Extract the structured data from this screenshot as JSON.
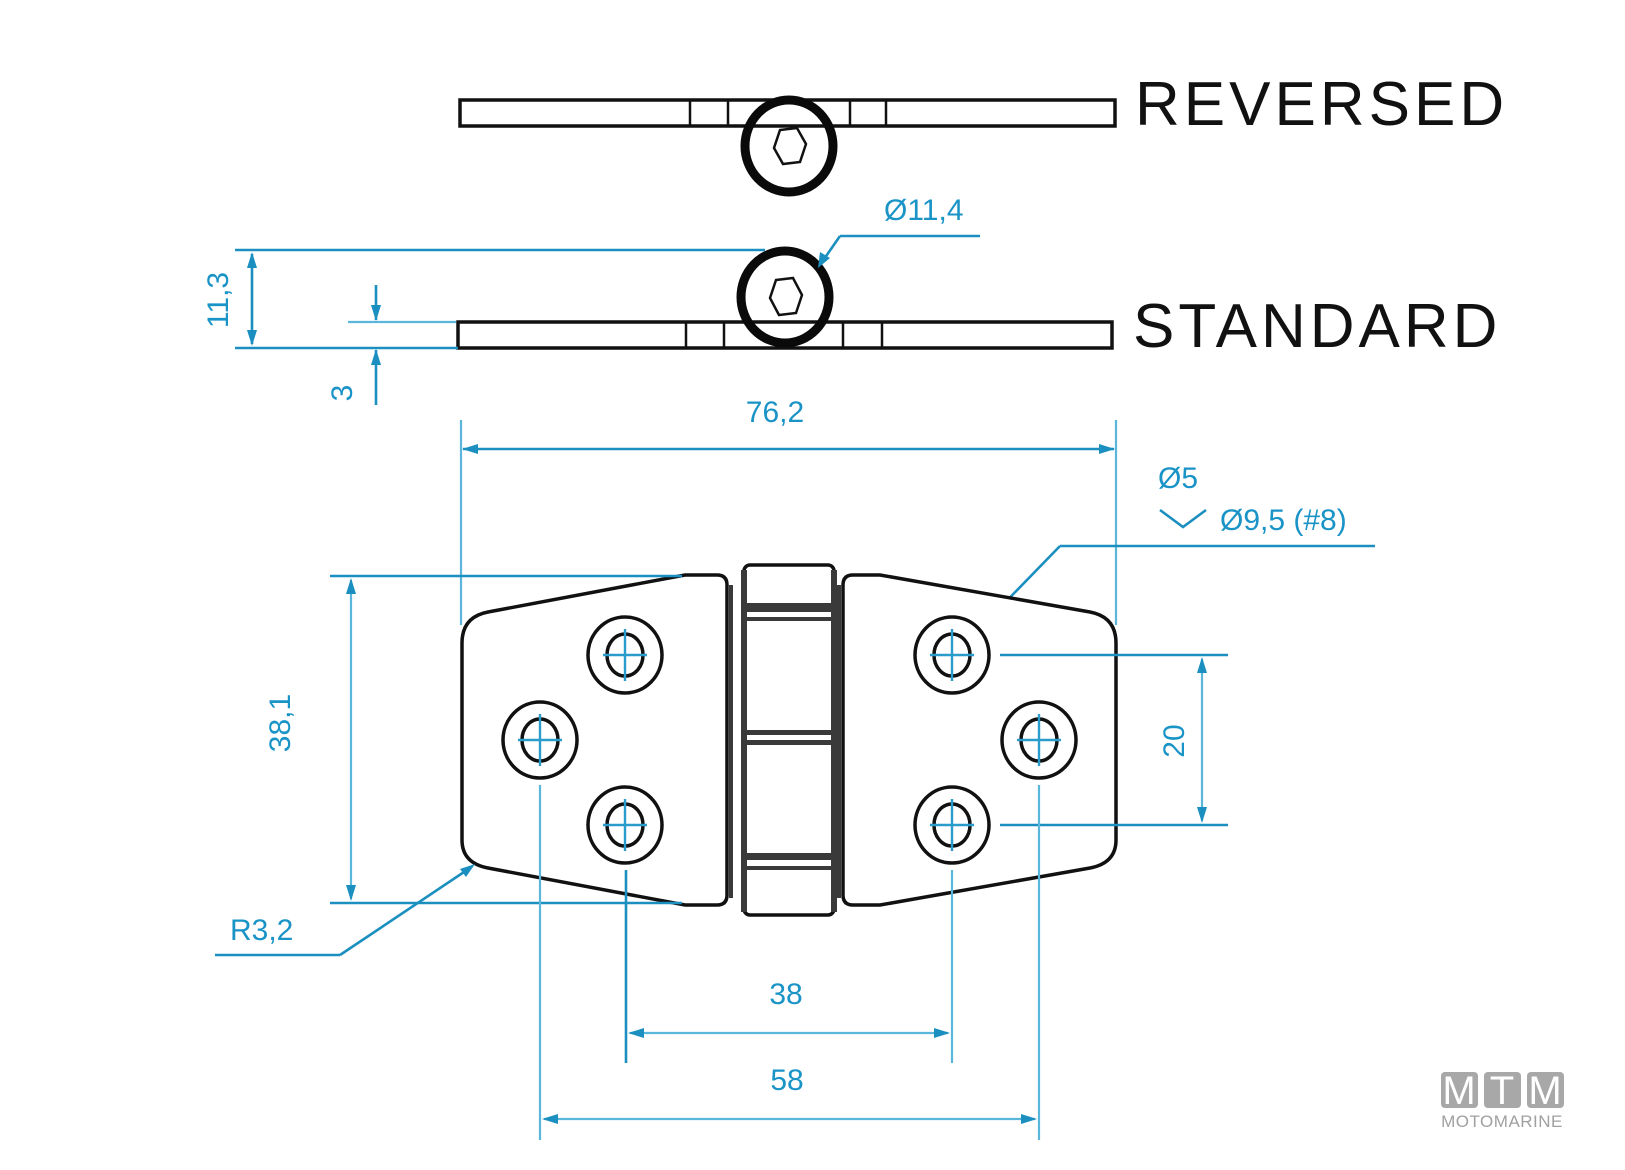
{
  "views": {
    "reversed": {
      "label": "REVERSED"
    },
    "standard": {
      "label": "STANDARD"
    }
  },
  "dimensions": {
    "pin_diameter": "Ø11,4",
    "overall_height": "11,3",
    "leaf_thickness": "3",
    "overall_width": "76,2",
    "hole_diameter": "Ø5",
    "countersink": "Ø9,5 (#8)",
    "leaf_height": "38,1",
    "hole_vertical_spacing": "20",
    "corner_radius": "R3,2",
    "inner_hole_spacing": "38",
    "outer_hole_spacing": "58"
  },
  "logo": {
    "letters": [
      "M",
      "T",
      "M"
    ],
    "word": "MOTOMARINE"
  },
  "colors": {
    "dimension": "#1a8fc0",
    "outline": "#111111",
    "logo": "#a8a8a8"
  }
}
